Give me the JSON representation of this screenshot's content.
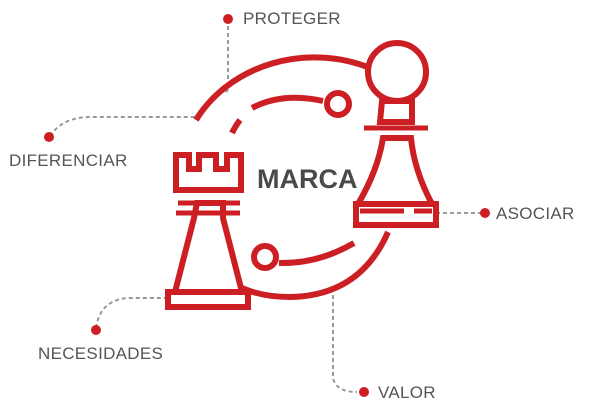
{
  "center_label": "MARCA",
  "labels": {
    "proteger": "PROTEGER",
    "diferenciar": "DIFERENCIAR",
    "asociar": "ASOCIAR",
    "necesidades": "NECESIDADES",
    "valor": "VALOR"
  },
  "colors": {
    "accent": "#cc1f24",
    "text": "#555555",
    "connector": "#999999"
  }
}
